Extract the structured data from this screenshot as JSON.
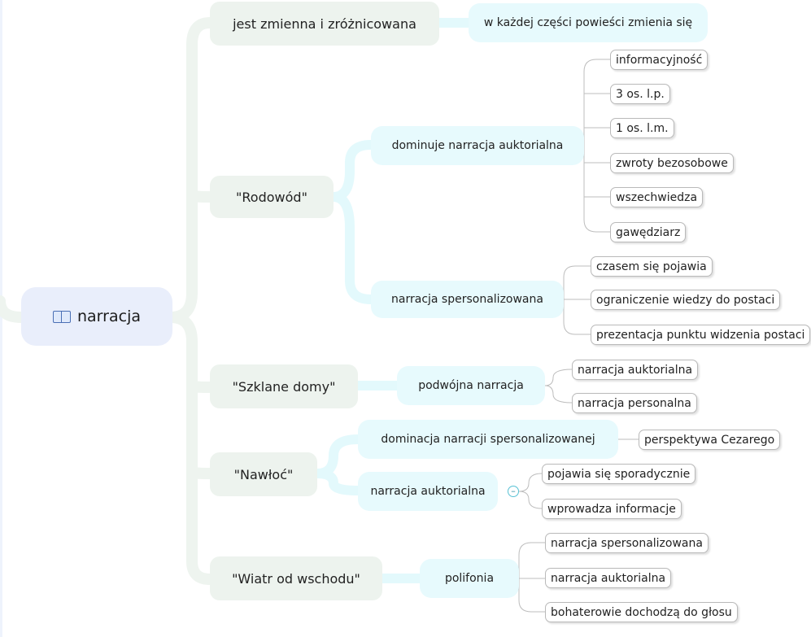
{
  "root": {
    "label": "narracja",
    "icon": "open-book-icon"
  },
  "branches": [
    {
      "label": "jest zmienna i zróżnicowana",
      "children": [
        {
          "label": "w każdej części powieści zmienia się"
        }
      ]
    },
    {
      "label": "\"Rodowód\"",
      "children": [
        {
          "label": "dominuje narracja auktorialna",
          "leaves": [
            "informacyjność",
            "3 os. l.p.",
            "1 os. l.m.",
            "zwroty bezosobowe",
            "wszechwiedza",
            "gawędziarz"
          ]
        },
        {
          "label": "narracja spersonalizowana",
          "leaves": [
            "czasem się pojawia",
            "ograniczenie wiedzy do postaci",
            "prezentacja punktu widzenia postaci"
          ]
        }
      ]
    },
    {
      "label": "\"Szklane domy\"",
      "children": [
        {
          "label": "podwójna narracja",
          "leaves": [
            "narracja auktorialna",
            "narracja personalna"
          ]
        }
      ]
    },
    {
      "label": "\"Nawłoć\"",
      "children": [
        {
          "label": "dominacja narracji spersonalizowanej",
          "leaves": [
            "perspektywa Cezarego"
          ]
        },
        {
          "label": "narracja auktorialna",
          "collapse_symbol": "–",
          "leaves": [
            "pojawia się sporadycznie",
            "wprowadza informacje"
          ]
        }
      ]
    },
    {
      "label": "\"Wiatr od wschodu\"",
      "children": [
        {
          "label": "polifonia",
          "leaves": [
            "narracja spersonalizowana",
            "narracja auktorialna",
            "bohaterowie dochodzą do głosu"
          ]
        }
      ]
    }
  ],
  "colors": {
    "root_fill": "#e9eefb",
    "main_fill": "#edf3ee",
    "sub_fill": "#e7fafd",
    "leaf_border": "#b9b9b9",
    "connector_main": "#eef4ef",
    "connector_sub": "#e3f9fc",
    "connector_leaf": "#bdbdbd"
  }
}
